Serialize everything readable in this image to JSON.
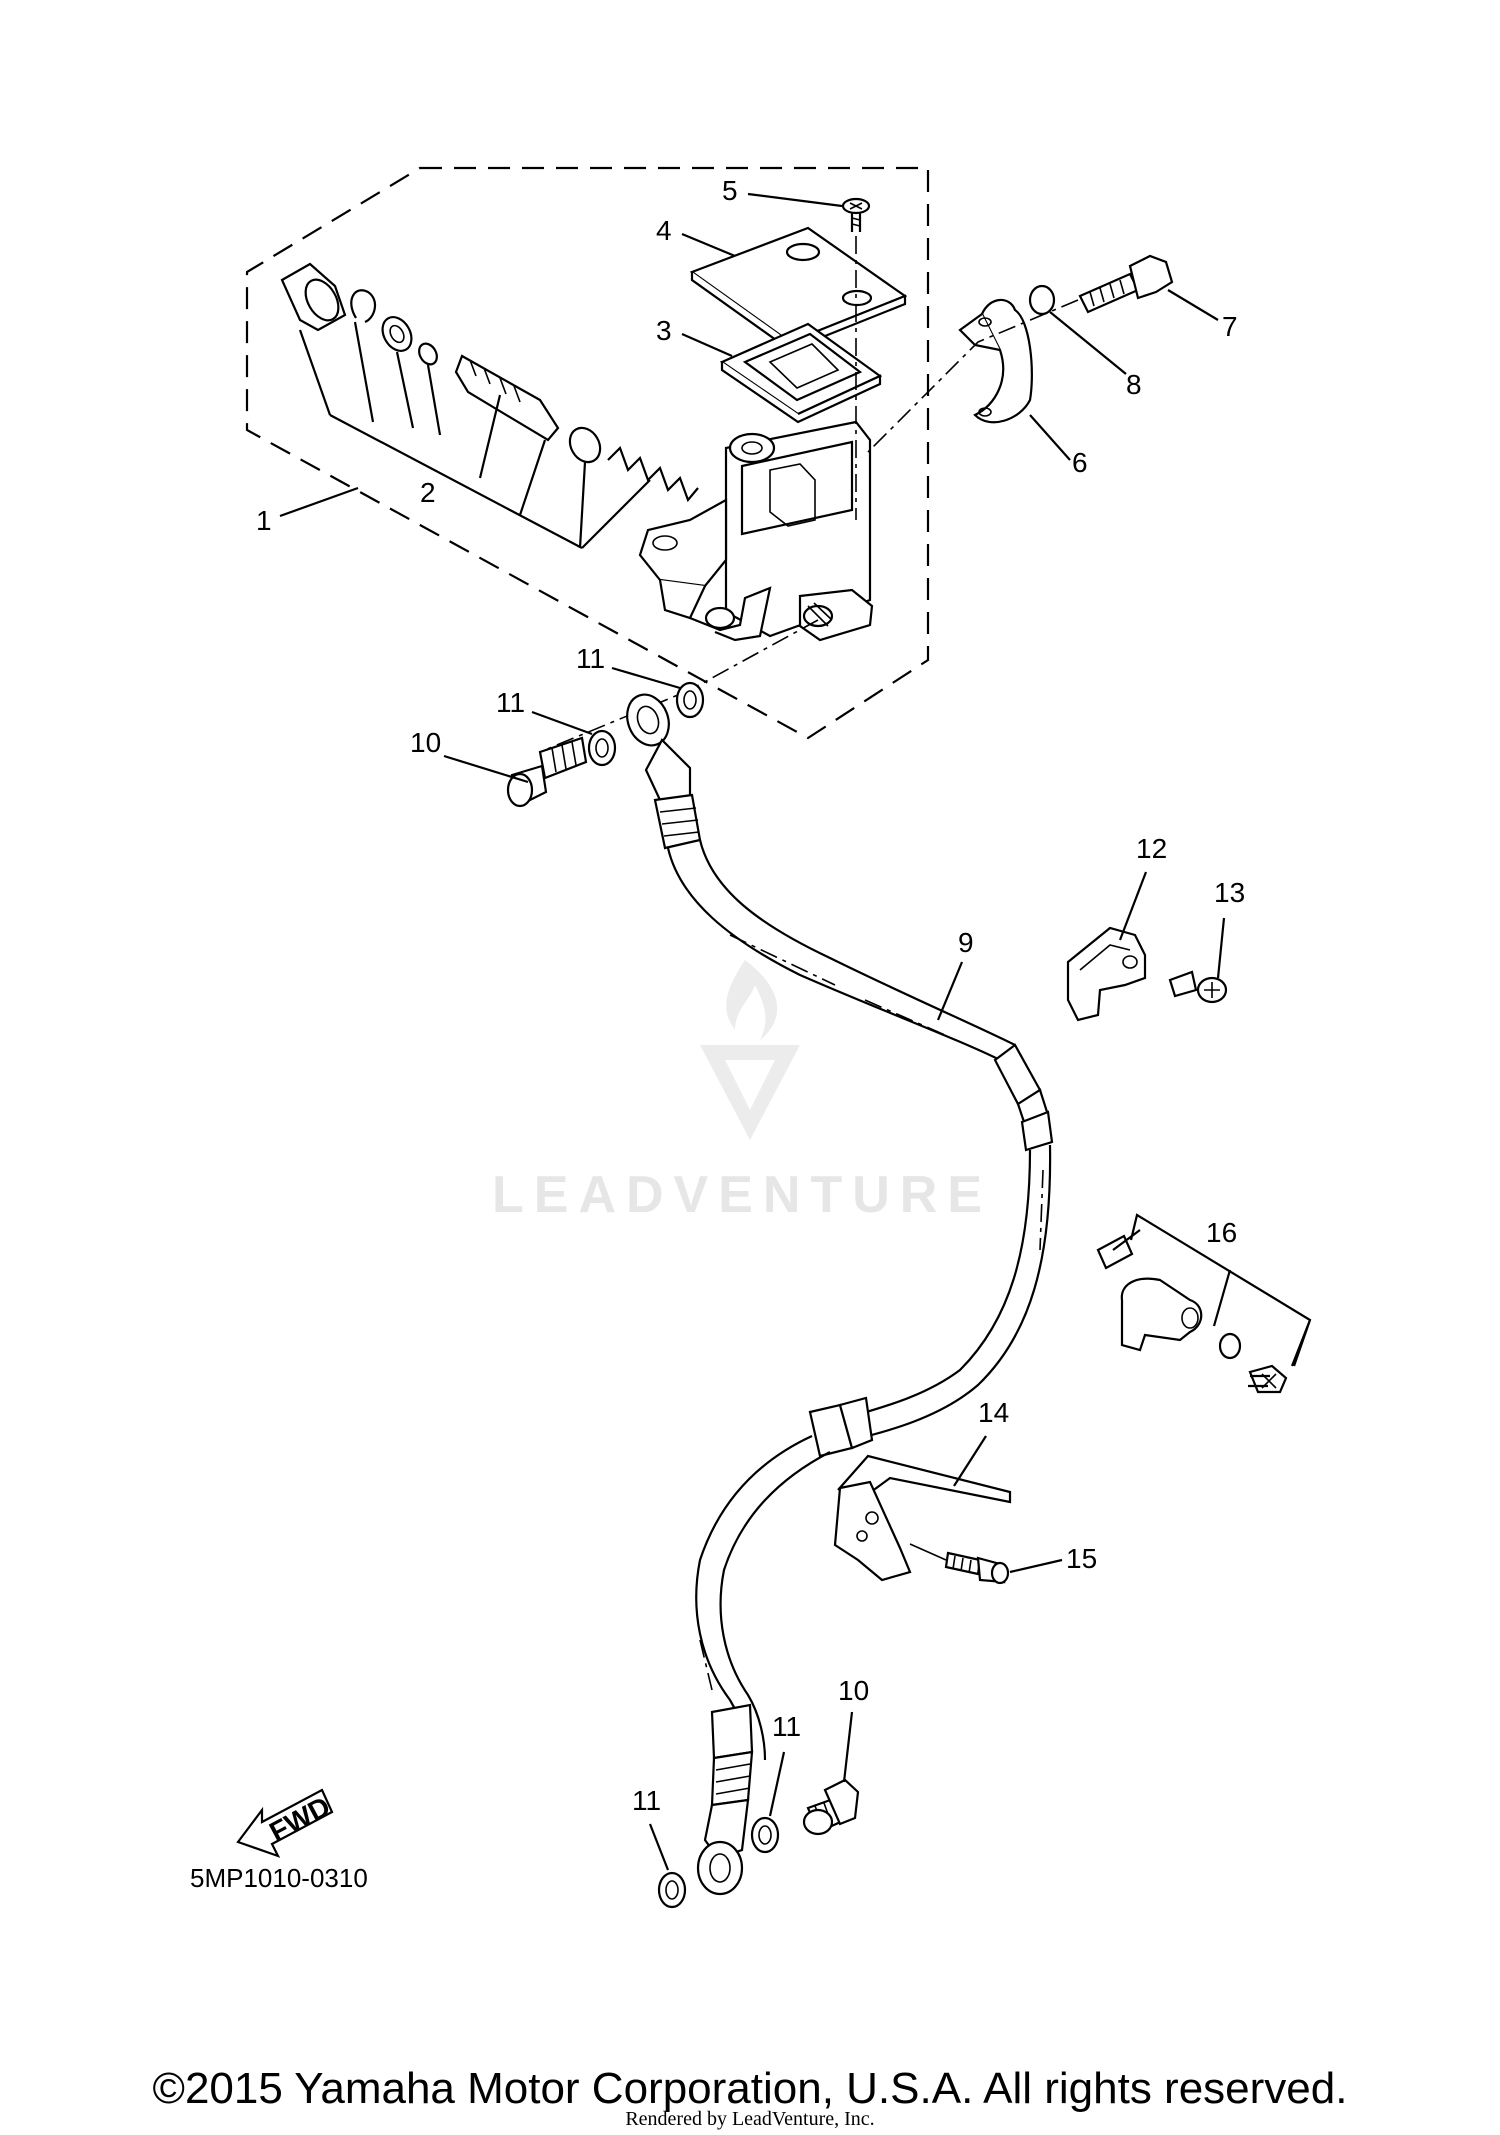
{
  "callouts": {
    "c1": "1",
    "c2": "2",
    "c3": "3",
    "c4": "4",
    "c5": "5",
    "c6": "6",
    "c7": "7",
    "c8": "8",
    "c9": "9",
    "c10a": "10",
    "c10b": "10",
    "c11a": "11",
    "c11b": "11",
    "c11c": "11",
    "c11d": "11",
    "c12": "12",
    "c13": "13",
    "c14": "14",
    "c15": "15",
    "c16": "16"
  },
  "fwd_label": "FWD",
  "diagram_code": "5MP1010-0310",
  "watermark": "LEADVENTURE",
  "copyright": "©2015 Yamaha Motor Corporation, U.S.A. All rights reserved.",
  "rendered_by": "Rendered by LeadVenture, Inc."
}
